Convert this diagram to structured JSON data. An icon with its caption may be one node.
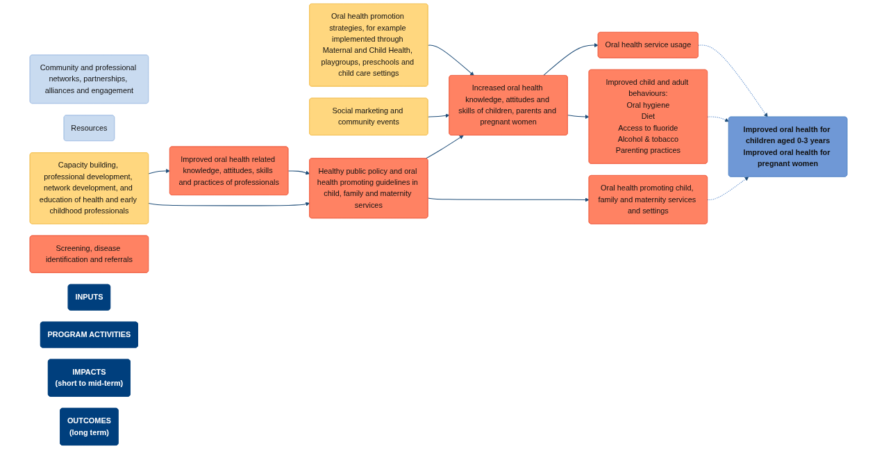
{
  "diagram": {
    "nodes": [
      {
        "text": [
          "Community and professional networks, partnerships, alliances and engagement"
        ]
      },
      {
        "text": [
          "Resources"
        ]
      },
      {
        "text": [
          "Capacity building, professional development, network development, and education of health and early childhood professionals"
        ]
      },
      {
        "text": [
          "Oral health promotion strategies, for example implemented through Maternal and Child Health, playgroups, preschools and child care settings"
        ]
      },
      {
        "text": [
          "Social marketing and community events"
        ]
      },
      {
        "text": [
          "Improved oral health related knowledge, attitudes, skills and practices of professionals"
        ]
      },
      {
        "text": [
          "Healthy public policy and oral health promoting guidelines in child, family and maternity services"
        ]
      },
      {
        "text": [
          "Increased oral health knowledge, attitudes and skills of children, parents and pregnant women"
        ]
      },
      {
        "text": [
          "Screening, disease identification and referrals"
        ]
      },
      {
        "text": [
          "Oral health service usage"
        ]
      },
      {
        "text": [
          "Oral health promoting child, family and maternity services and settings"
        ]
      },
      {
        "text": [
          "Improved child and adult behaviours:",
          "Oral hygiene",
          "Diet",
          "Access to fluoride",
          "Alcohol & tobacco",
          "Parenting practices"
        ]
      },
      {
        "text": [
          "Improved oral health for children aged 0-3 years",
          "Improved oral health for pregnant women"
        ]
      },
      {
        "text": [
          "INPUTS"
        ]
      },
      {
        "text": [
          "PROGRAM ACTIVITIES"
        ]
      },
      {
        "text": [
          "IMPACTS",
          "(short to mid-term)"
        ]
      },
      {
        "text": [
          "OUTCOMES",
          "(long term)"
        ]
      }
    ],
    "edges": [
      {
        "from": 2,
        "to": 5,
        "arrow": "to"
      },
      {
        "from": 2,
        "to": 6,
        "arrow": "to"
      },
      {
        "from": 3,
        "to": 7,
        "arrow": "to"
      },
      {
        "from": 4,
        "to": 7,
        "arrow": "to"
      },
      {
        "from": 5,
        "to": 6,
        "arrow": "to"
      },
      {
        "from": 6,
        "to": 7,
        "arrow": "to"
      },
      {
        "from": 6,
        "to": 10,
        "arrow": "to"
      },
      {
        "from": 7,
        "to": 9,
        "arrow": "to"
      },
      {
        "from": 7,
        "to": 11,
        "arrow": "to"
      },
      {
        "from": 9,
        "to": 12,
        "arrow": "to",
        "style": "dashed",
        "color": "#5b8ccc"
      },
      {
        "from": 10,
        "to": 12,
        "arrow": "to",
        "style": "dashed",
        "color": "#5b8ccc"
      },
      {
        "from": 11,
        "to": 12,
        "arrow": "to",
        "style": "dashed",
        "color": "#5b8ccc"
      }
    ]
  }
}
